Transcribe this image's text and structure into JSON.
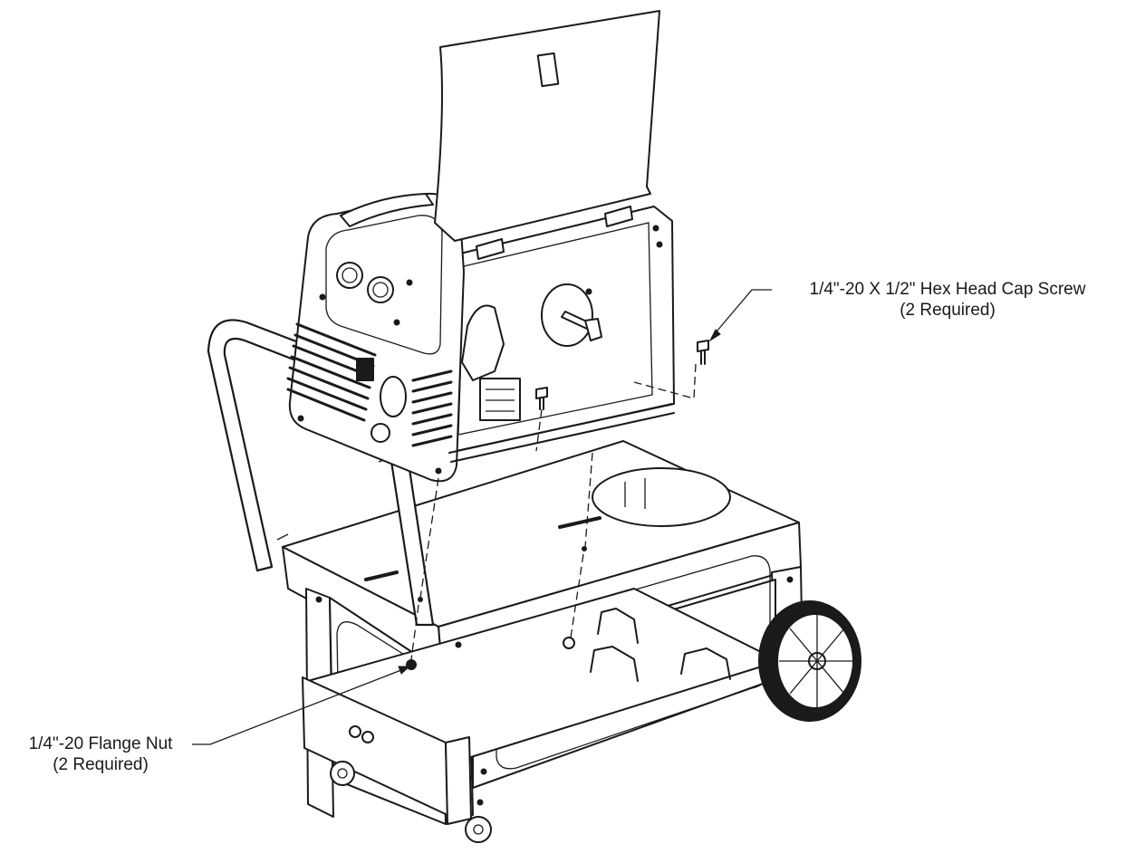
{
  "callouts": {
    "cap_screw": {
      "name": "1/4\"-20 X 1/2\" Hex Head Cap Screw",
      "qty": "(2 Required)"
    },
    "flange_nut": {
      "name": "1/4\"-20 Flange Nut",
      "qty": "(2 Required)"
    }
  },
  "colors": {
    "ink": "#1a1a1a",
    "paper": "#ffffff"
  }
}
